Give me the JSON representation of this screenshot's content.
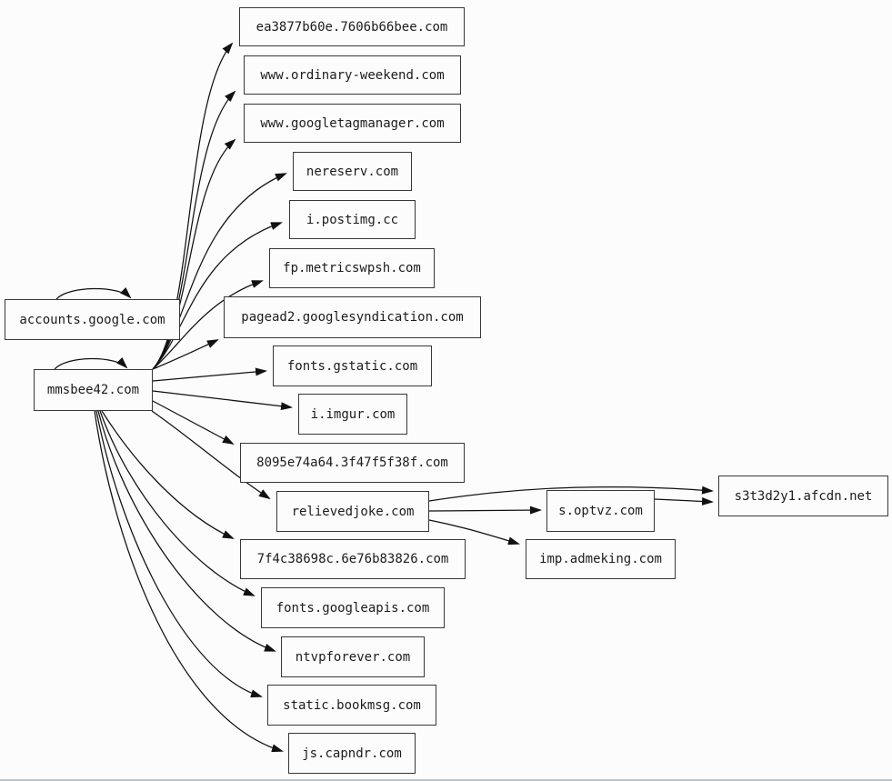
{
  "diagram": {
    "type": "directed-graph",
    "description": "domain request graph",
    "colors": {
      "background": "#fcfcfc",
      "edge": "#111111",
      "node_border": "#383838",
      "node_fill": "#fcfcfc",
      "text": "#1c1c1c",
      "bottom_divider": "#b7c3cc"
    },
    "nodes": [
      {
        "id": "ea",
        "label": "ea3877b60e.7606b66bee.com"
      },
      {
        "id": "ow",
        "label": "www.ordinary-weekend.com"
      },
      {
        "id": "gtm",
        "label": "www.googletagmanager.com"
      },
      {
        "id": "ner",
        "label": "nereserv.com"
      },
      {
        "id": "pst",
        "label": "i.postimg.cc"
      },
      {
        "id": "fp",
        "label": "fp.metricswpsh.com"
      },
      {
        "id": "acc",
        "label": "accounts.google.com"
      },
      {
        "id": "pag",
        "label": "pagead2.googlesyndication.com"
      },
      {
        "id": "gst",
        "label": "fonts.gstatic.com"
      },
      {
        "id": "mms",
        "label": "mmsbee42.com"
      },
      {
        "id": "img",
        "label": "i.imgur.com"
      },
      {
        "id": "h1",
        "label": "8095e74a64.3f47f5f38f.com"
      },
      {
        "id": "rel",
        "label": "relievedjoke.com"
      },
      {
        "id": "opt",
        "label": "s.optvz.com"
      },
      {
        "id": "afc",
        "label": "s3t3d2y1.afcdn.net"
      },
      {
        "id": "h2",
        "label": "7f4c38698c.6e76b83826.com"
      },
      {
        "id": "imp",
        "label": "imp.admeking.com"
      },
      {
        "id": "gap",
        "label": "fonts.googleapis.com"
      },
      {
        "id": "ntv",
        "label": "ntvpforever.com"
      },
      {
        "id": "sbk",
        "label": "static.bookmsg.com"
      },
      {
        "id": "cap",
        "label": "js.capndr.com"
      }
    ],
    "edges": [
      {
        "from": "acc",
        "to": "acc"
      },
      {
        "from": "mms",
        "to": "mms"
      },
      {
        "from": "mms",
        "to": "ea"
      },
      {
        "from": "mms",
        "to": "ow"
      },
      {
        "from": "mms",
        "to": "gtm"
      },
      {
        "from": "mms",
        "to": "ner"
      },
      {
        "from": "mms",
        "to": "pst"
      },
      {
        "from": "mms",
        "to": "fp"
      },
      {
        "from": "mms",
        "to": "pag"
      },
      {
        "from": "mms",
        "to": "gst"
      },
      {
        "from": "mms",
        "to": "img"
      },
      {
        "from": "mms",
        "to": "h1"
      },
      {
        "from": "mms",
        "to": "rel"
      },
      {
        "from": "mms",
        "to": "h2"
      },
      {
        "from": "mms",
        "to": "gap"
      },
      {
        "from": "mms",
        "to": "ntv"
      },
      {
        "from": "mms",
        "to": "sbk"
      },
      {
        "from": "mms",
        "to": "cap"
      },
      {
        "from": "rel",
        "to": "afc"
      },
      {
        "from": "rel",
        "to": "opt"
      },
      {
        "from": "rel",
        "to": "imp"
      },
      {
        "from": "opt",
        "to": "afc"
      }
    ]
  }
}
